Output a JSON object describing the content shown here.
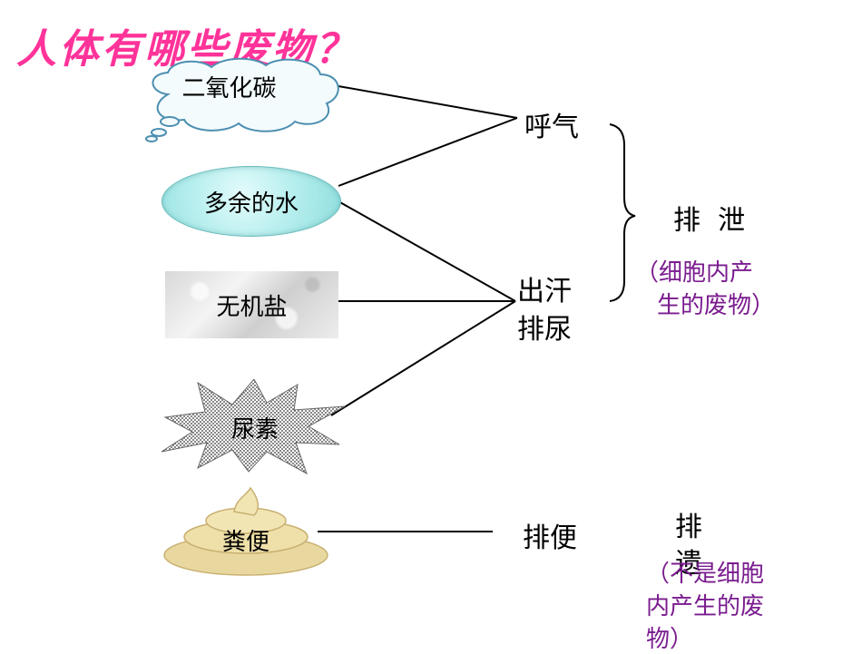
{
  "title": "人体有哪些废物？",
  "items": [
    {
      "label": "二氧化碳",
      "icon": "cloud-shape"
    },
    {
      "label": "多余的水",
      "icon": "water-ellipse"
    },
    {
      "label": "无机盐",
      "icon": "salt-block"
    },
    {
      "label": "尿素",
      "icon": "starburst-shape"
    },
    {
      "label": "粪便",
      "icon": "stool-shape"
    }
  ],
  "routes": {
    "breathing": "呼气",
    "sweat": "出汗",
    "urinate": "排尿",
    "defecate": "排便"
  },
  "categories": {
    "excretion": {
      "label": "排  泄",
      "note_line1": "（细胞内产",
      "note_line2": "生的废物）"
    },
    "egestion": {
      "label_line1": "排",
      "label_line2": "遗",
      "note_line1": "（不是细胞",
      "note_line2": "内产生的废",
      "note_line3": "物）"
    }
  },
  "colors": {
    "title": "#ff3399",
    "note": "#7a1c8f",
    "water": "#b9efef",
    "stool": "#e8d8a0"
  }
}
